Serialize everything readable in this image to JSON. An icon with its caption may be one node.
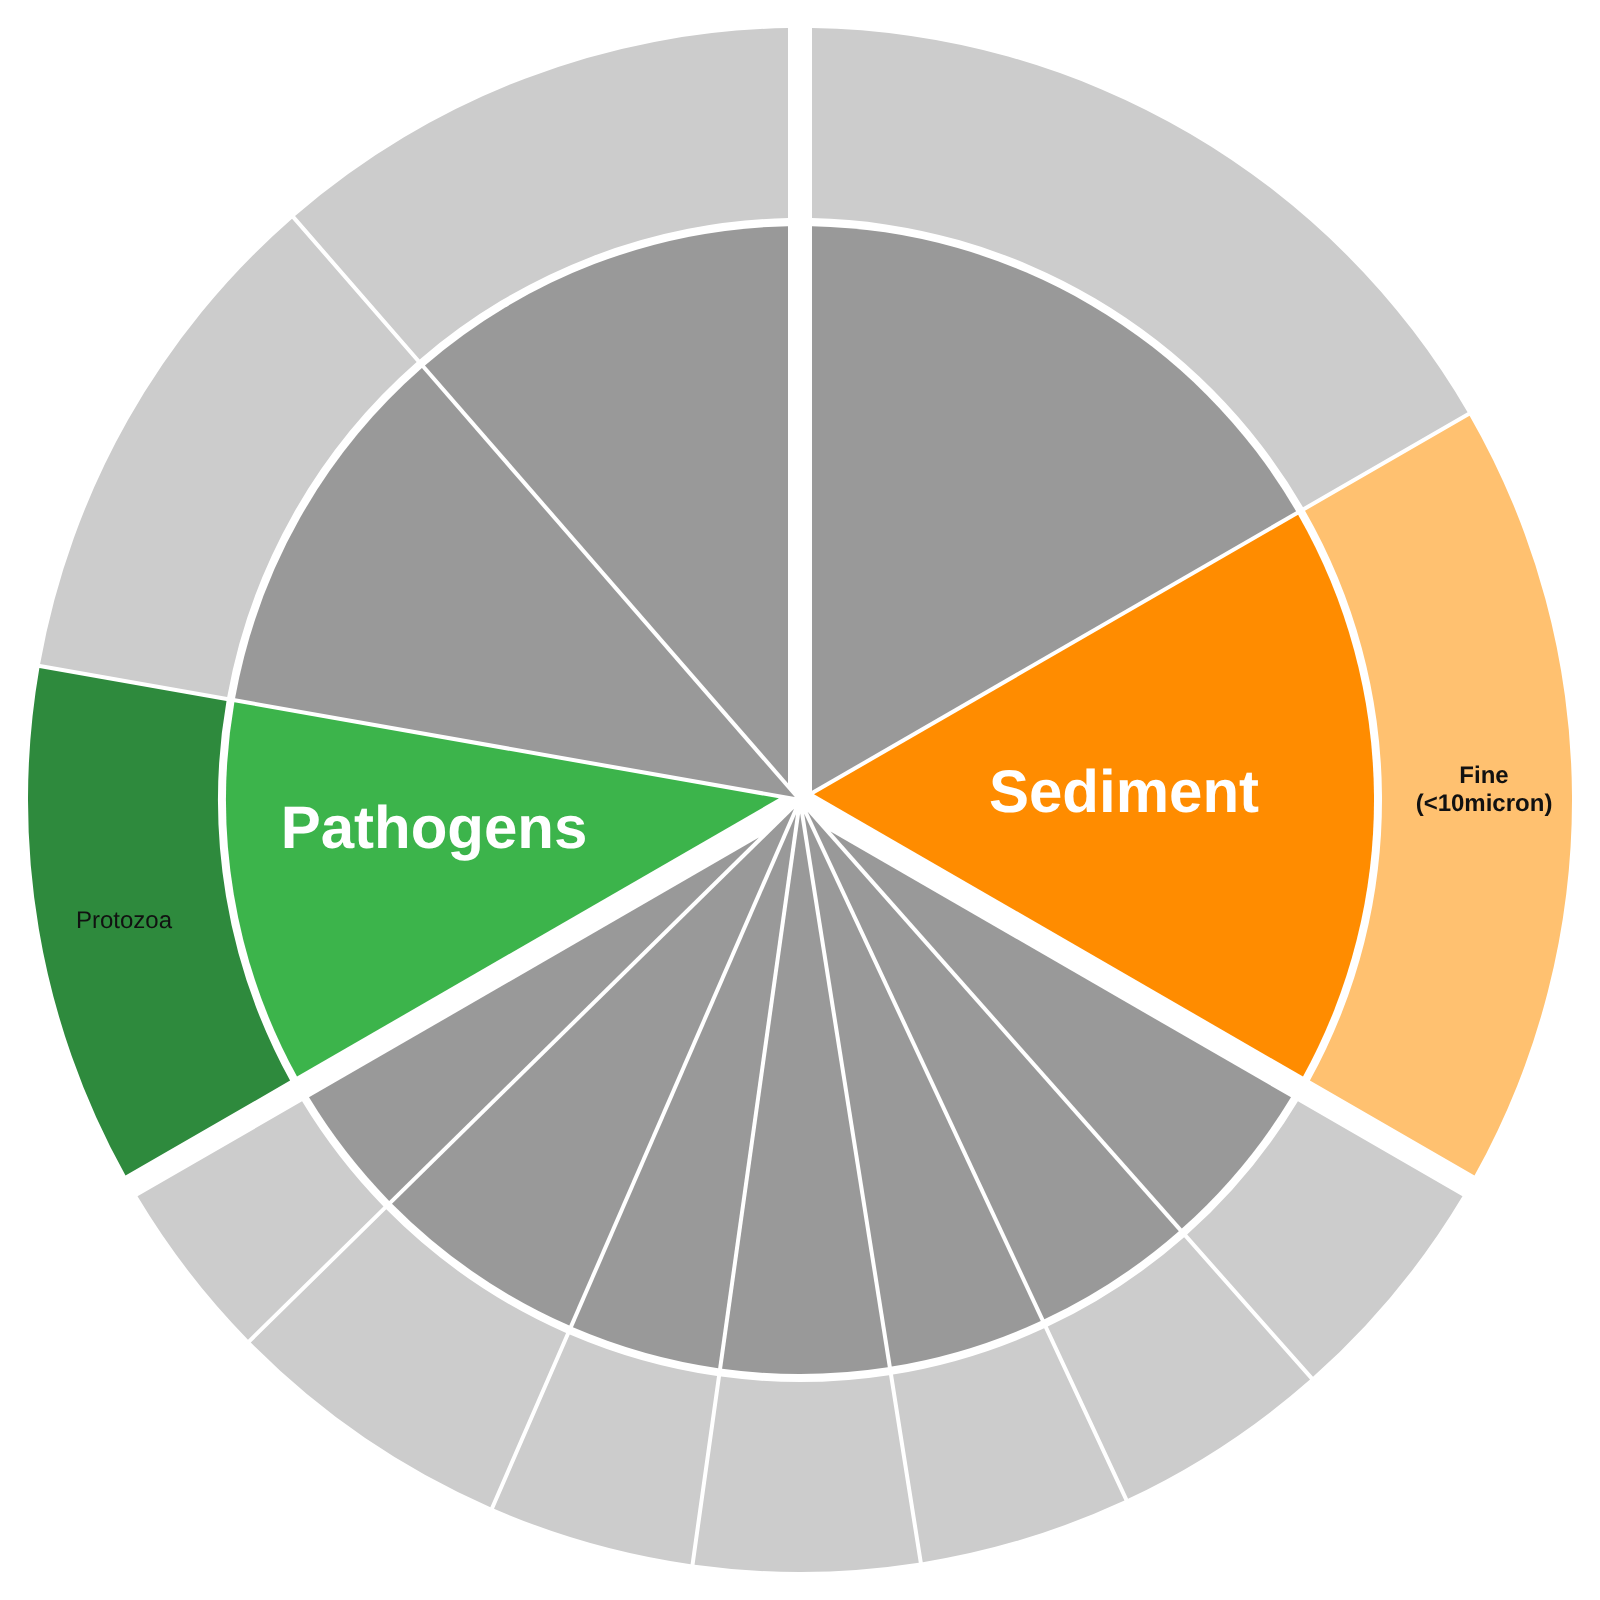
{
  "diagram": {
    "nodes": [
      {
        "text": [],
        "shape": "wedge"
      },
      {
        "text": [],
        "shape": "wedge"
      },
      {
        "text": [],
        "shape": "wedge"
      },
      {
        "text": [],
        "shape": "wedge"
      },
      {
        "text": [],
        "shape": "wedge"
      },
      {
        "text": [],
        "shape": "wedge"
      },
      {
        "text": [
          "Pathogens"
        ]
      },
      {
        "text": [
          "Protozoa"
        ]
      },
      {
        "text": [
          "Sediment"
        ]
      },
      {
        "text": [
          "Fine (<10micron)"
        ]
      },
      {
        "text": [],
        "shape": "wedge"
      },
      {
        "text": [],
        "shape": "wedge"
      },
      {
        "text": [],
        "shape": "wedge"
      },
      {
        "text": [],
        "shape": "wedge"
      },
      {
        "text": [],
        "shape": "wedge"
      },
      {
        "text": [],
        "shape": "wedge"
      },
      {
        "text": [],
        "shape": "wedge"
      },
      {
        "text": [],
        "shape": "wedge"
      },
      {
        "text": [],
        "shape": "wedge"
      },
      {
        "text": [],
        "shape": "wedge"
      },
      {
        "text": [],
        "shape": "wedge"
      },
      {
        "text": [],
        "shape": "wedge"
      },
      {
        "text": [],
        "shape": "wedge"
      },
      {
        "text": [],
        "shape": "wedge"
      }
    ]
  }
}
